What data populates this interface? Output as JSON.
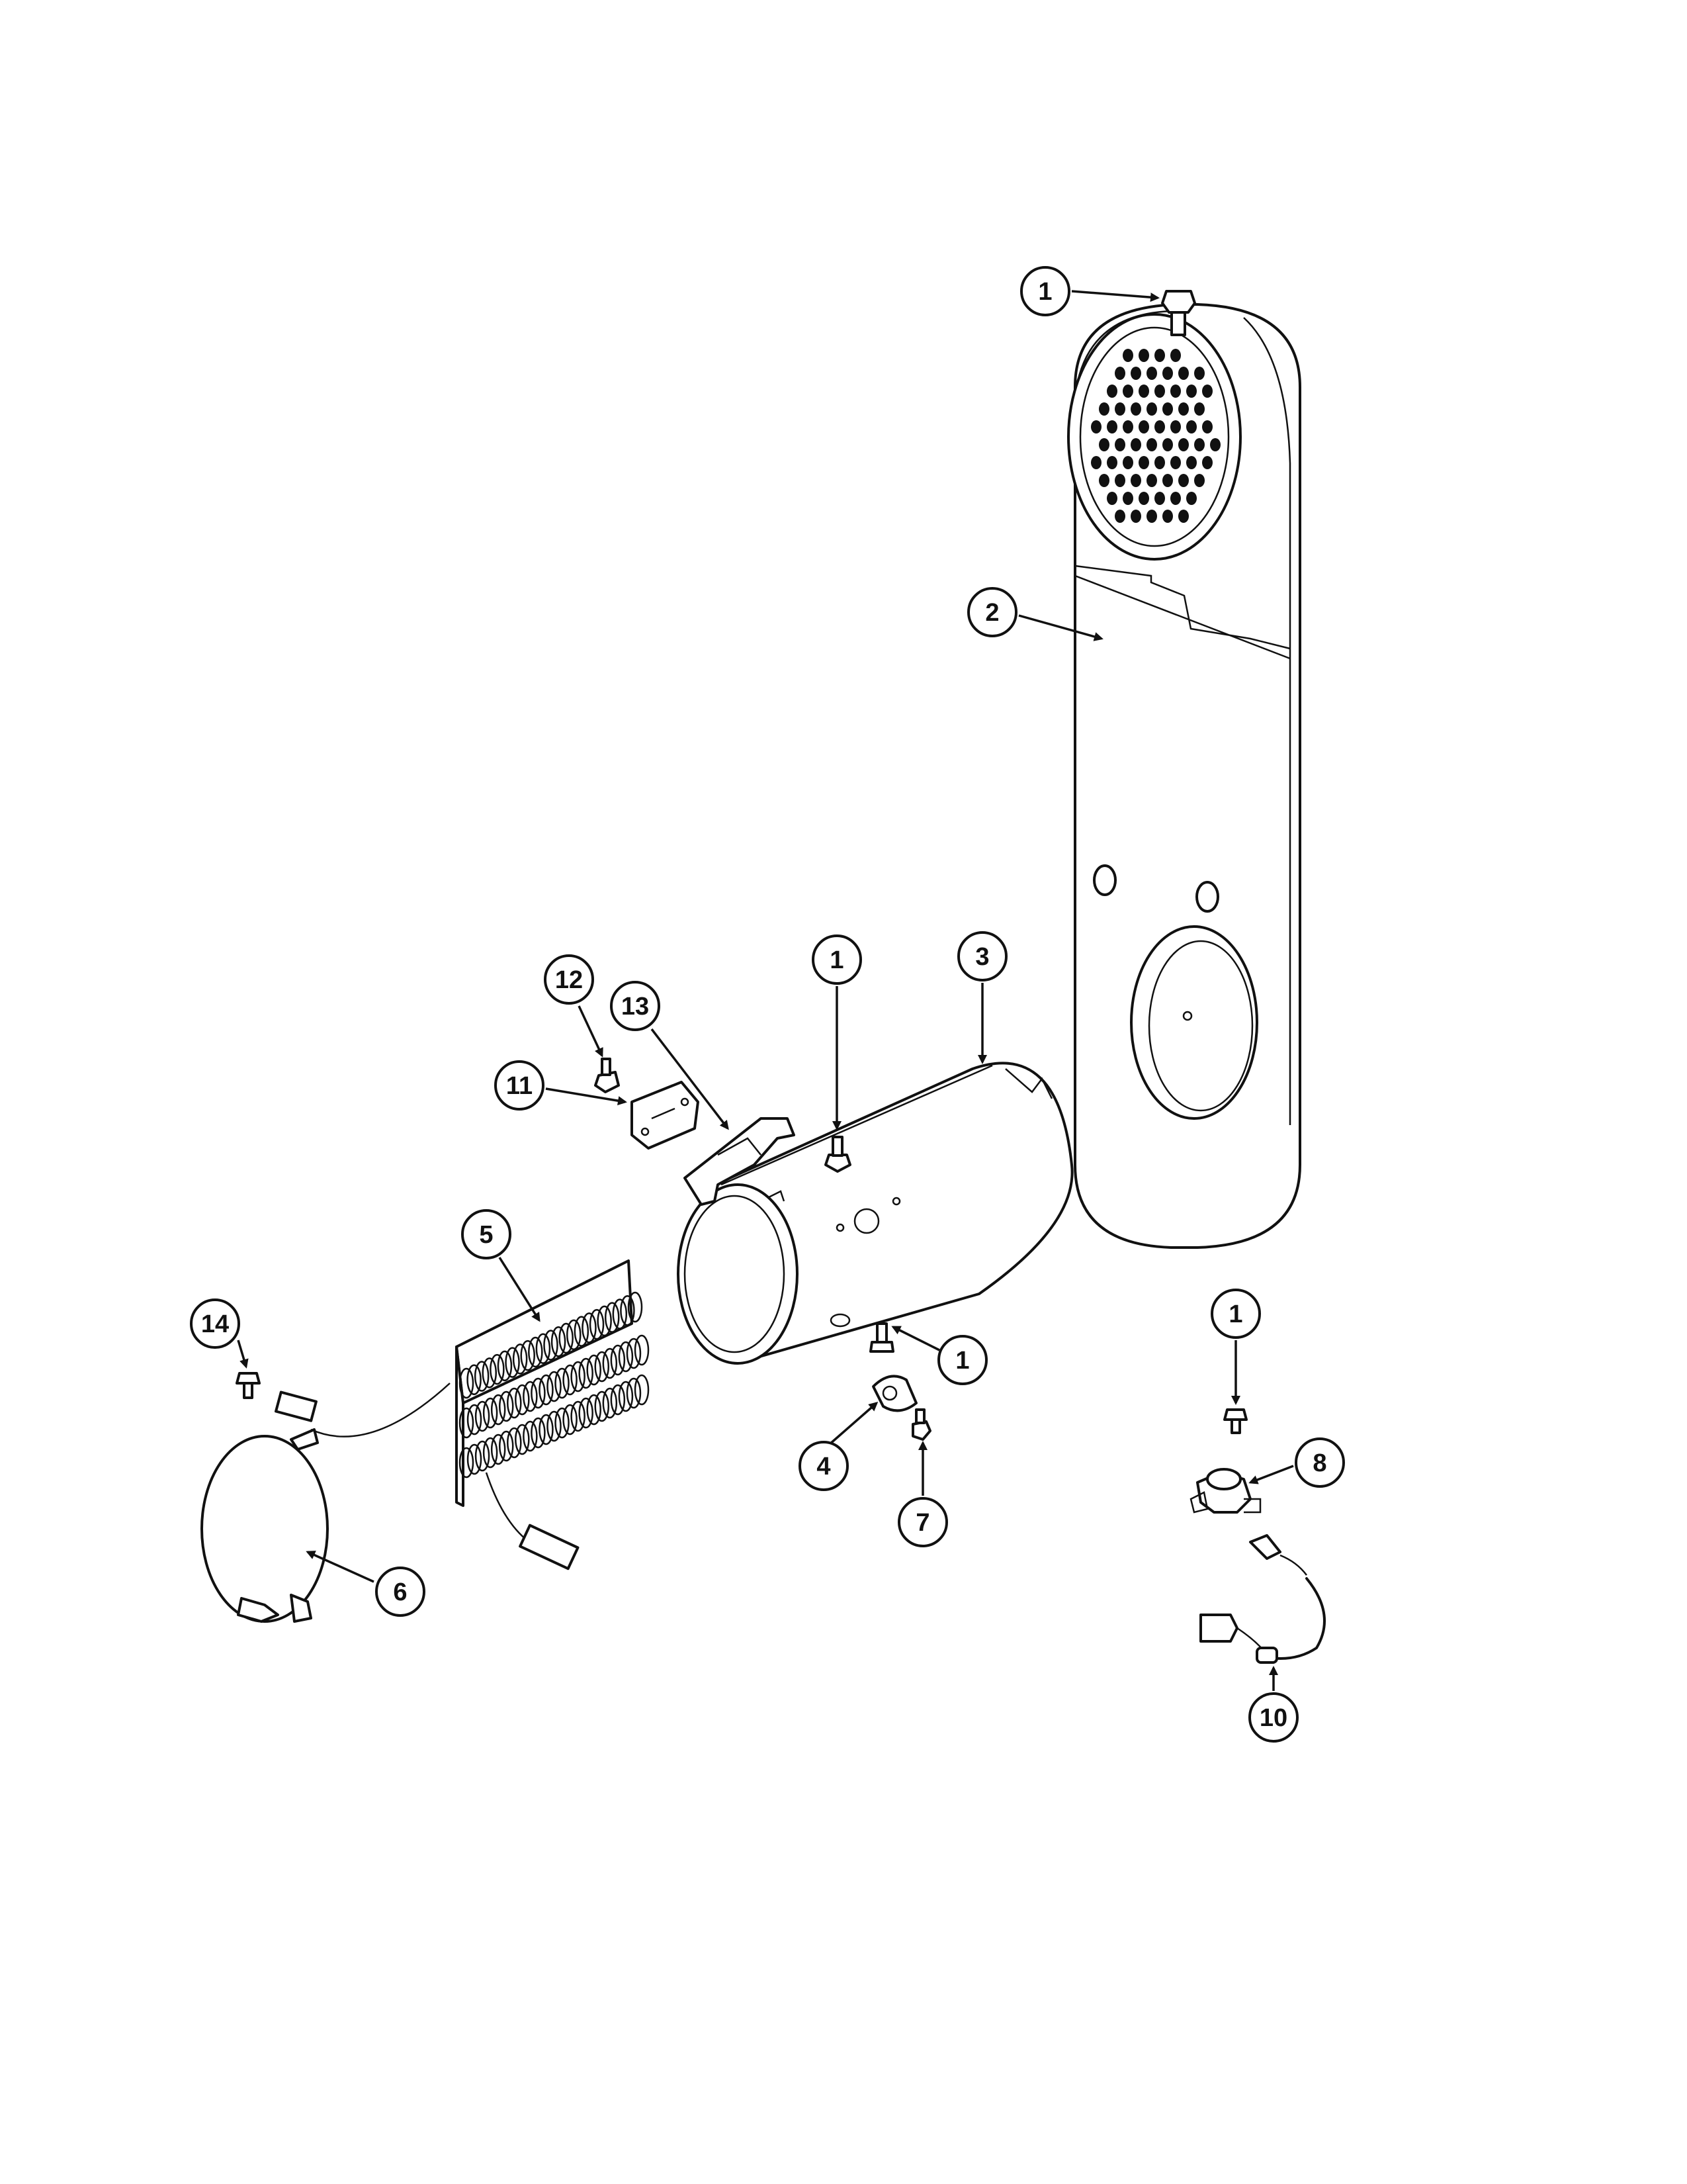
{
  "diagram": {
    "callouts": [
      {
        "id": "c1a",
        "label": "1"
      },
      {
        "id": "c2",
        "label": "2"
      },
      {
        "id": "c3",
        "label": "3"
      },
      {
        "id": "c1b",
        "label": "1"
      },
      {
        "id": "c12",
        "label": "12"
      },
      {
        "id": "c13",
        "label": "13"
      },
      {
        "id": "c11",
        "label": "11"
      },
      {
        "id": "c5",
        "label": "5"
      },
      {
        "id": "c1c",
        "label": "1"
      },
      {
        "id": "c14",
        "label": "14"
      },
      {
        "id": "c4",
        "label": "4"
      },
      {
        "id": "c7",
        "label": "7"
      },
      {
        "id": "c6",
        "label": "6"
      },
      {
        "id": "c1d",
        "label": "1"
      },
      {
        "id": "c8",
        "label": "8"
      },
      {
        "id": "c10",
        "label": "10"
      }
    ]
  }
}
